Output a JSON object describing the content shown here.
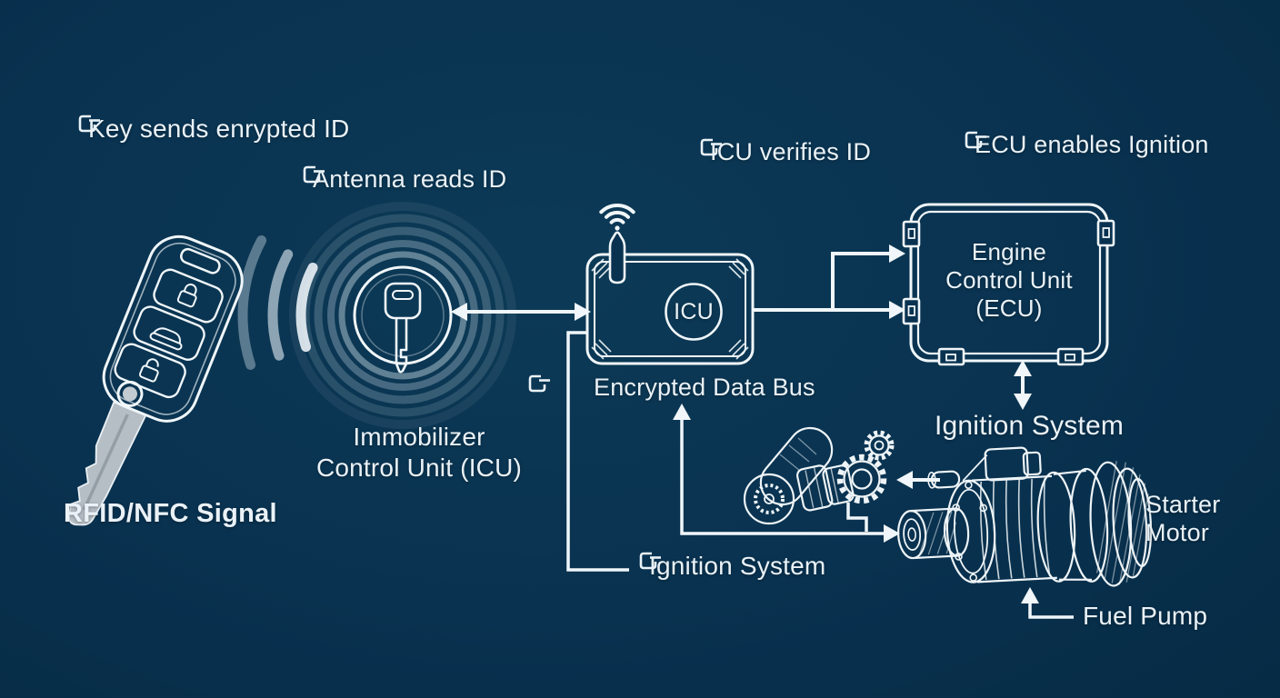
{
  "title": "Car immobilizer system diagram",
  "labels": {
    "step_key": "Key sends enrypted ID",
    "step_antenna": "Antenna reads ID",
    "step_icu": "ICU verifies ID",
    "step_ecu": "ECU enables Ignition",
    "rfid_signal": "RFID/NFC Signal",
    "immobilizer_line1": "Immobilizer",
    "immobilizer_line2": "Control Unit (ICU)",
    "icu_chip": "ICU",
    "encrypted_bus": "Encrypted Data Bus",
    "ecu_line1": "Engine",
    "ecu_line2": "Control Unit",
    "ecu_line3": "(ECU)",
    "ignition_right": "Ignition System",
    "ignition_bottom": "Ignition System",
    "starter_line1": "Starter",
    "starter_line2": "Motor",
    "fuel_pump": "Fuel Pump"
  },
  "icons": {
    "callout": "callout-corner-icon",
    "wifi": "wifi-signal-icon",
    "key_in_rings": "key-icon",
    "lock": "lock-icon",
    "unlock": "unlock-icon",
    "car": "car-button-icon"
  },
  "colors": {
    "background": "#093250",
    "line_art": "#f0f6f9",
    "text": "#eaf2f7",
    "key_blade": "#b5bec5",
    "ring_glow": "#c6d8e2"
  }
}
